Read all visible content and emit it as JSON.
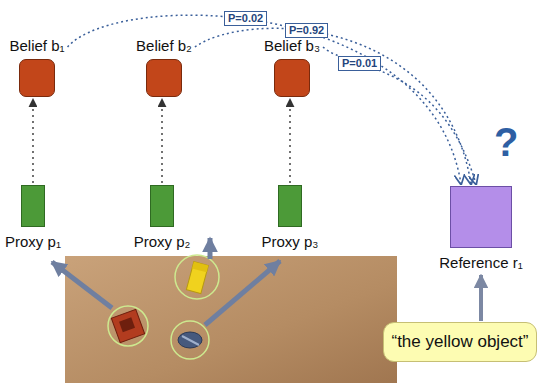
{
  "diagram": {
    "nodes": [
      {
        "text": [
          "Belief b₁"
        ]
      },
      {
        "text": [
          "Belief b₂"
        ]
      },
      {
        "text": [
          "Belief b₃"
        ]
      },
      {
        "text": [
          "Proxy p₁"
        ]
      },
      {
        "text": [
          "Proxy p₂"
        ]
      },
      {
        "text": [
          "Proxy p₃"
        ]
      },
      {
        "text": [
          "Reference r₁"
        ]
      },
      {
        "text": [
          "“the yellow object”"
        ]
      }
    ],
    "edges": [
      {
        "from": 3,
        "to": 0,
        "arrow": "to"
      },
      {
        "from": 4,
        "to": 1,
        "arrow": "to"
      },
      {
        "from": 5,
        "to": 2,
        "arrow": "to"
      },
      {
        "from": 0,
        "to": 6,
        "label": "P=0.02",
        "arrow": "to"
      },
      {
        "from": 1,
        "to": 6,
        "label": "P=0.92",
        "arrow": "to"
      },
      {
        "from": 2,
        "to": 6,
        "label": "P=0.01",
        "arrow": "to"
      },
      {
        "from": 7,
        "to": 6,
        "arrow": "to"
      }
    ],
    "labels": [
      "?"
    ]
  }
}
